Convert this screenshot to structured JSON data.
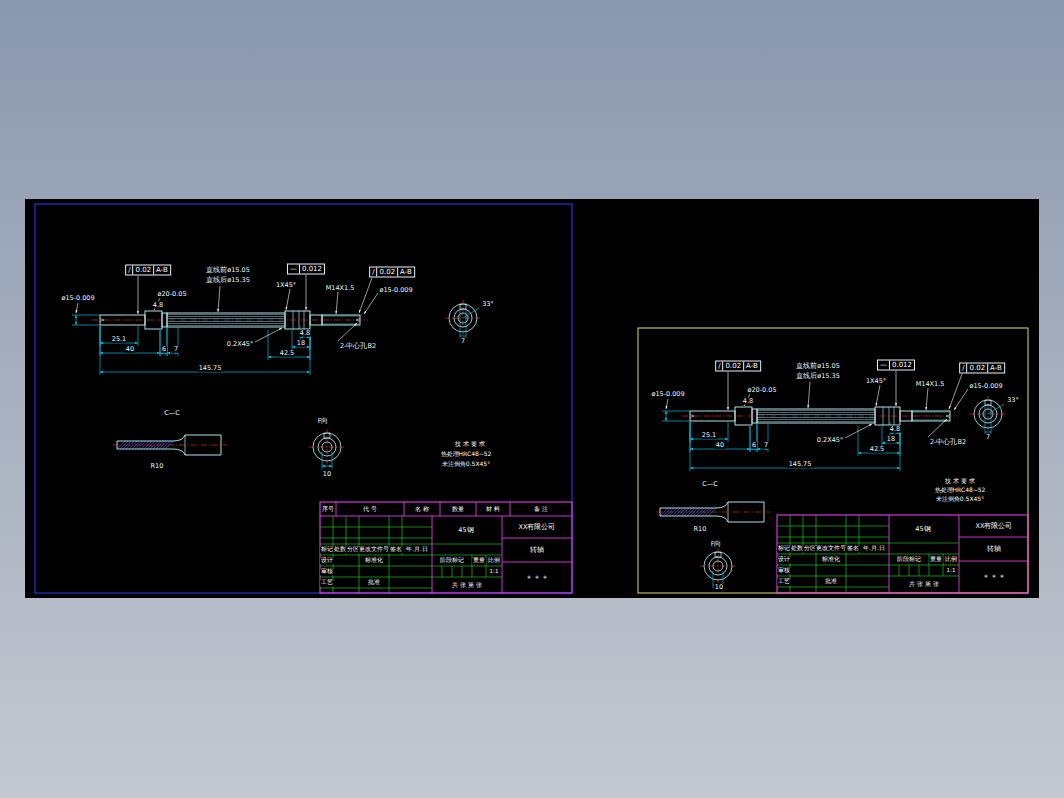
{
  "diagram": {
    "nodes": [
      {
        "text": [
          "/",
          "0.02",
          "A-B"
        ]
      },
      {
        "text": [
          "—",
          "0.012"
        ]
      },
      {
        "text": [
          "/",
          "0.02",
          "A-B"
        ]
      },
      {
        "text": [
          "/",
          "0.02",
          "A-B"
        ]
      },
      {
        "text": [
          "—",
          "0.012"
        ]
      },
      {
        "text": [
          "/",
          "0.02",
          "A-B"
        ]
      }
    ],
    "labels": [
      "ø15-0.009",
      "ø20-0.05",
      "4.8",
      "直线前ø15.05",
      "直线后ø15.35",
      "1X45°",
      "M14X1.5",
      "ø15-0.009",
      "25.1",
      "40",
      "6",
      "7",
      "0.2X45°",
      "4.8",
      "18",
      "42.5",
      "2-中心孔B2",
      "145.75",
      "33°",
      "7",
      "C—C",
      "R10",
      "F向",
      "10",
      "技 术 要 求",
      "热处理HRC48~52",
      "未注倒角0.5X45°",
      "序号",
      "代 号",
      "名 称",
      "数量",
      "材 料",
      "备 注",
      "45钢",
      "XX有限公司",
      "转轴",
      "标记",
      "处数",
      "分区",
      "更改文件号",
      "签名",
      "年.月.日",
      "设计",
      "标准化",
      "阶段标记",
      "重量",
      "比例",
      "审核",
      "1:1",
      "工艺",
      "批准",
      "共 张 第 张",
      "＊＊＊",
      "ø15-0.009",
      "ø20-0.05",
      "4.8",
      "直线前ø15.05",
      "直线后ø15.35",
      "1X45°",
      "M14X1.5",
      "ø15-0.009",
      "25.1",
      "40",
      "6",
      "7",
      "0.2X45°",
      "4.8",
      "18",
      "42.5",
      "2-中心孔B2",
      "145.75",
      "33°",
      "7",
      "C—C",
      "R10",
      "F向",
      "10",
      "技 术 要 求",
      "热处理HRC48~52",
      "未注倒角0.5X45°",
      "45钢",
      "XX有限公司",
      "转轴",
      "标记",
      "处数",
      "分区",
      "更改文件号",
      "签名",
      "年.月.日",
      "设计",
      "标准化",
      "阶段标记",
      "重量",
      "比例",
      "审核",
      "1:1",
      "工艺",
      "批准",
      "共 张 第 张",
      "＊＊＊"
    ]
  }
}
